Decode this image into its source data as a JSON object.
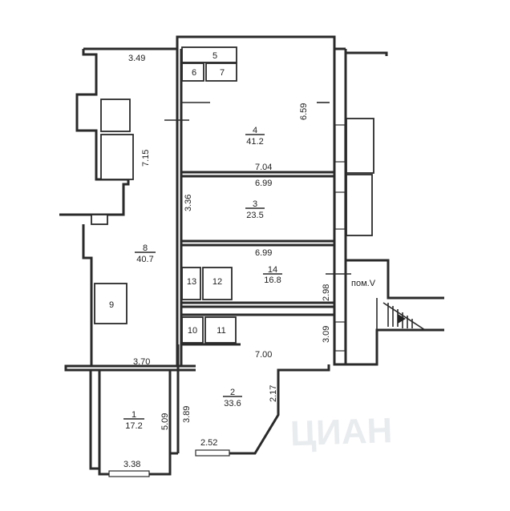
{
  "watermark": "ЦИАН",
  "rooms": [
    {
      "id": "r1",
      "number": "1",
      "area": "17.2"
    },
    {
      "id": "r2",
      "number": "2",
      "area": "33.6"
    },
    {
      "id": "r3",
      "number": "3",
      "area": "23.5"
    },
    {
      "id": "r4",
      "number": "4",
      "area": "41.2"
    },
    {
      "id": "r5",
      "number": "5"
    },
    {
      "id": "r6",
      "number": "6"
    },
    {
      "id": "r7",
      "number": "7"
    },
    {
      "id": "r8",
      "number": "8",
      "area": "40.7"
    },
    {
      "id": "r9",
      "number": "9"
    },
    {
      "id": "r10",
      "number": "10"
    },
    {
      "id": "r11",
      "number": "11"
    },
    {
      "id": "r12",
      "number": "12"
    },
    {
      "id": "r13",
      "number": "13"
    },
    {
      "id": "r14",
      "number": "14",
      "area": "16.8"
    }
  ],
  "dimensions": {
    "d349": "3.49",
    "d659": "6.59",
    "d715": "7.15",
    "d704": "7.04",
    "d699a": "6.99",
    "d336": "3.36",
    "d699b": "6.99",
    "d298": "2.98",
    "d309": "3.09",
    "d700": "7.00",
    "d370": "3.70",
    "d217": "2.17",
    "d509": "5.09",
    "d389": "3.89",
    "d252": "2.52",
    "d338": "3.38"
  },
  "annotations": {
    "premises": "пом.V"
  }
}
